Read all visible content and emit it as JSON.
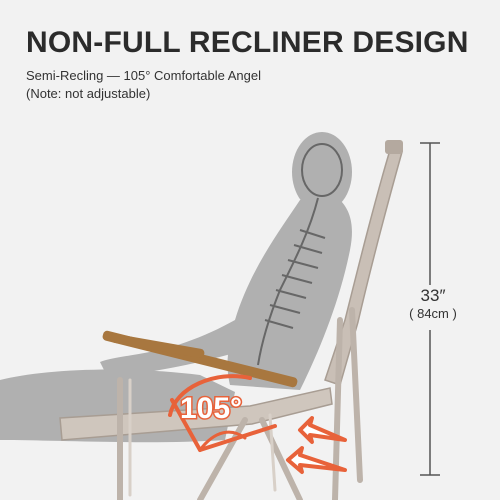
{
  "headline": "NON-FULL RECLINER DESIGN",
  "subtitle": "Semi-Recling — 105° Comfortable Angel",
  "note": "(Note: not adjustable)",
  "angle_label": "105°",
  "height": {
    "imperial": "33″",
    "metric": "( 84cm )"
  },
  "colors": {
    "accent": "#e8623a",
    "chair_frame": "#c9bfb6",
    "armrest_wood": "#a8773f",
    "silhouette": "#8c8c8c",
    "skeleton": "#555555"
  },
  "icons": [
    "arrow-icon"
  ]
}
